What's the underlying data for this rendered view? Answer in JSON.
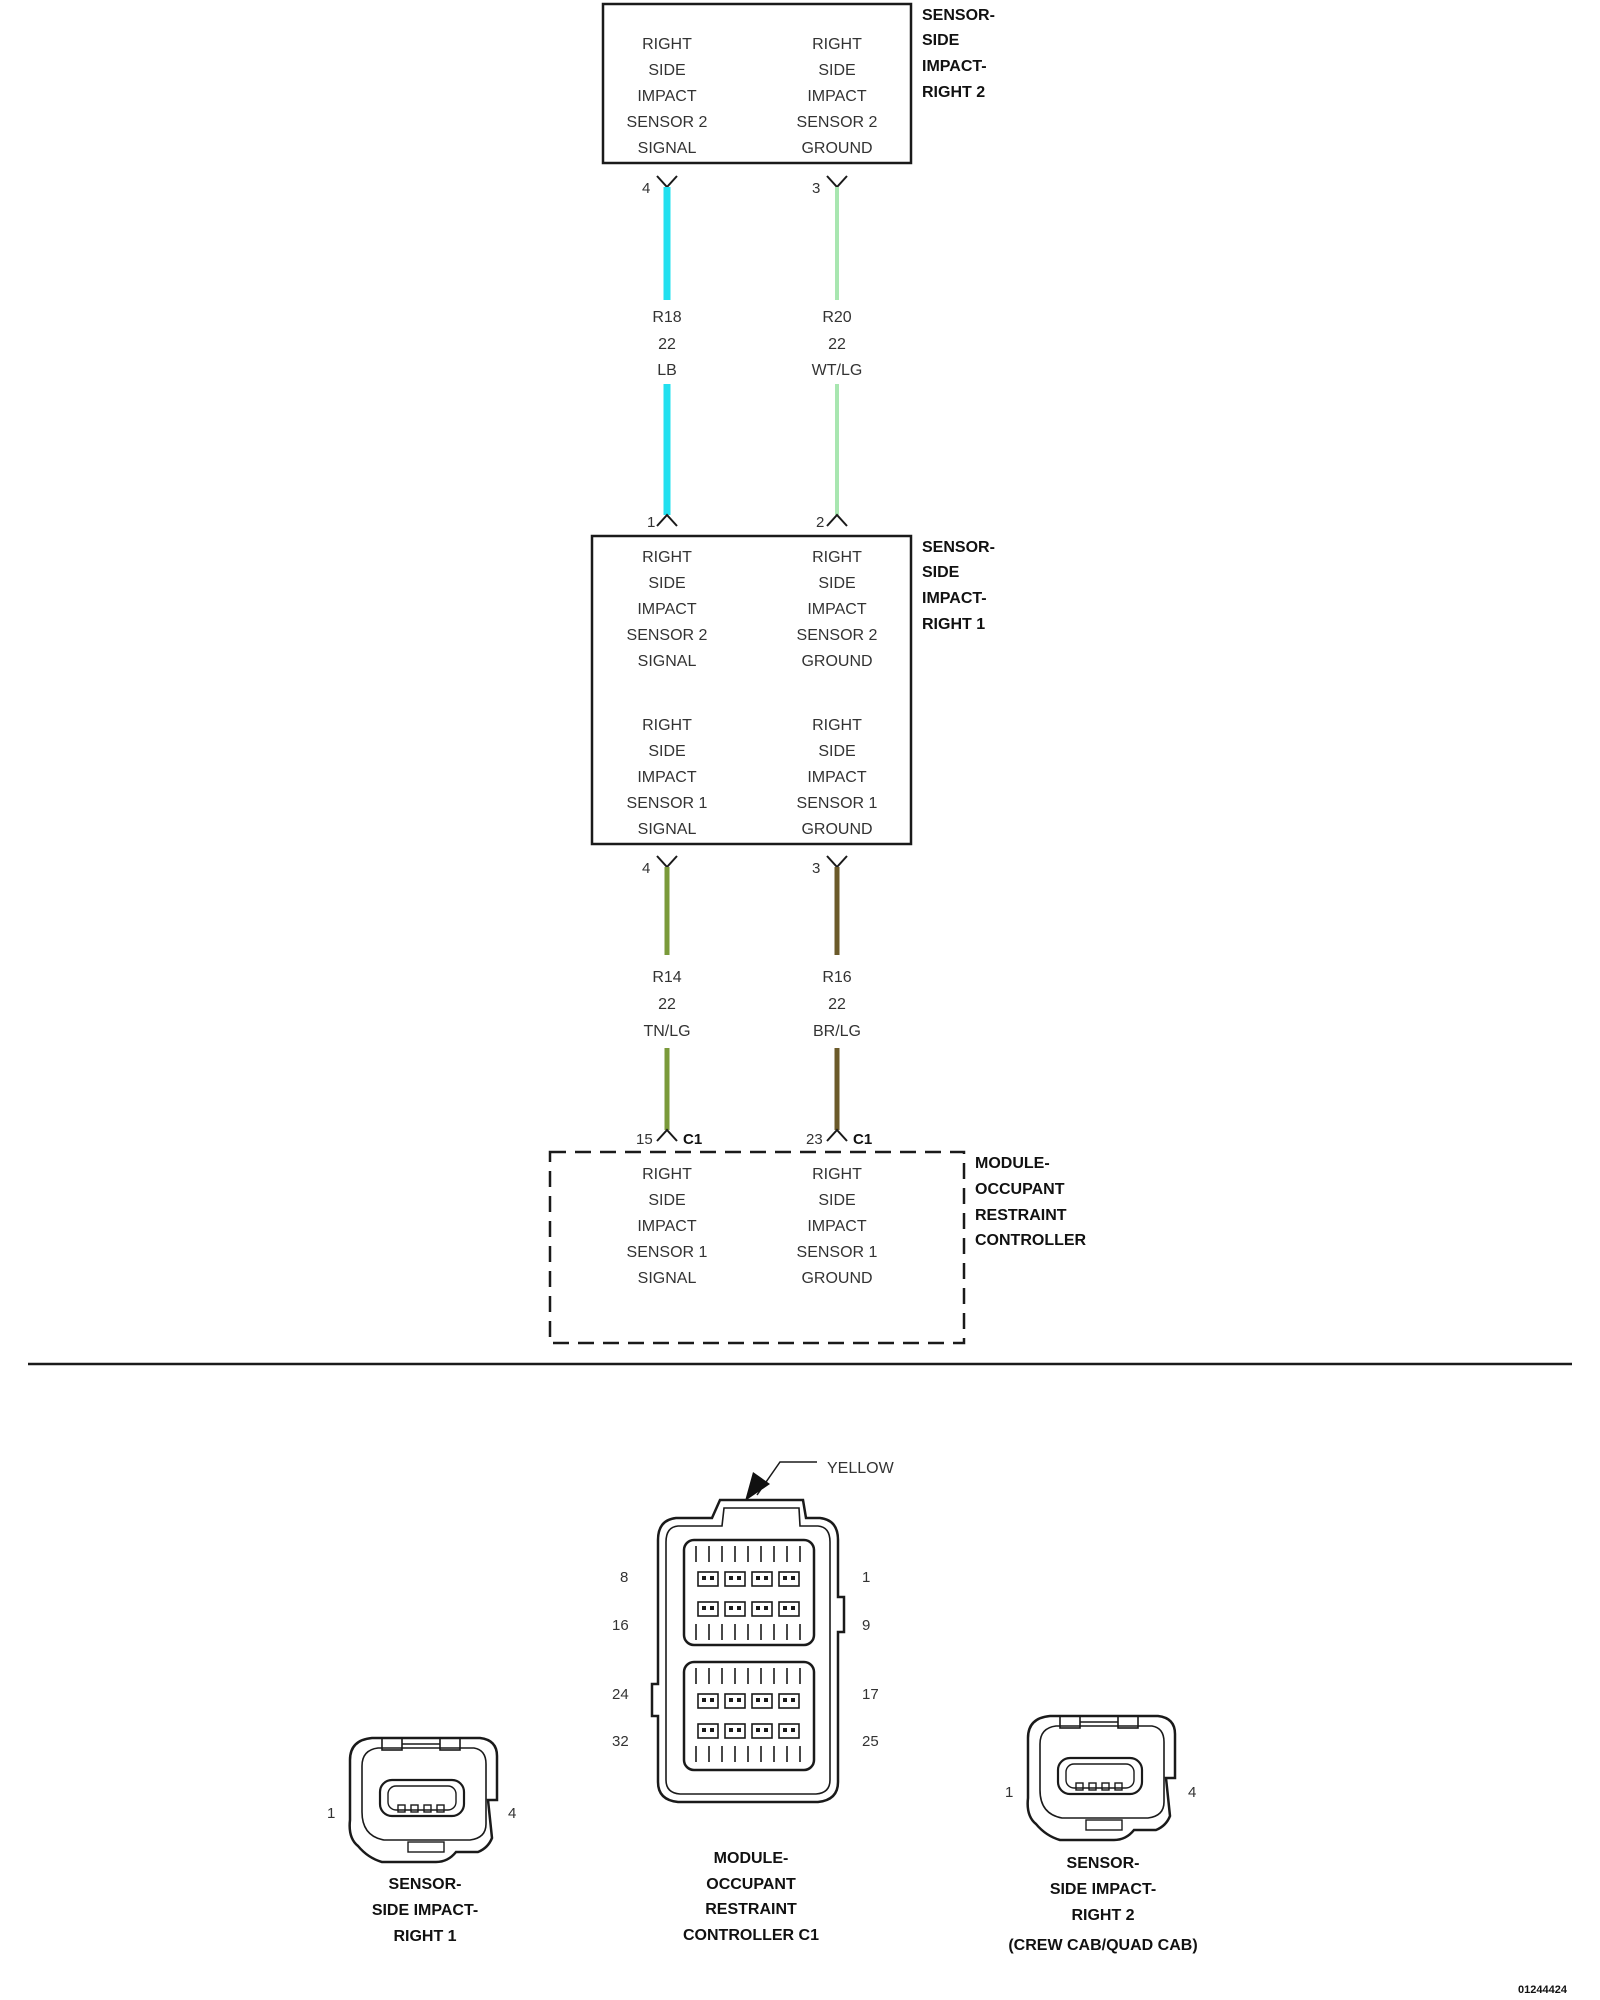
{
  "colors": {
    "wire_lb": "#22e0ef",
    "wire_wt_lg": "#a8e6b0",
    "wire_tn_lg": "#7a9a3a",
    "wire_br_lg": "#6b5a2a",
    "line": "#1a1a1a"
  },
  "sensor_right_2": {
    "title": [
      "SENSOR-",
      "SIDE",
      "IMPACT-",
      "RIGHT 2"
    ],
    "left_func": [
      "RIGHT",
      "SIDE",
      "IMPACT",
      "SENSOR 2",
      "SIGNAL"
    ],
    "right_func": [
      "RIGHT",
      "SIDE",
      "IMPACT",
      "SENSOR 2",
      "GROUND"
    ],
    "pin_left": "4",
    "pin_right": "3"
  },
  "wires_upper": [
    {
      "circuit": "R18",
      "gauge": "22",
      "color": "LB"
    },
    {
      "circuit": "R20",
      "gauge": "22",
      "color": "WT/LG"
    }
  ],
  "sensor_right_1": {
    "title": [
      "SENSOR-",
      "SIDE",
      "IMPACT-",
      "RIGHT 1"
    ],
    "pin_top_left": "1",
    "pin_top_right": "2",
    "upper_left_func": [
      "RIGHT",
      "SIDE",
      "IMPACT",
      "SENSOR 2",
      "SIGNAL"
    ],
    "upper_right_func": [
      "RIGHT",
      "SIDE",
      "IMPACT",
      "SENSOR 2",
      "GROUND"
    ],
    "lower_left_func": [
      "RIGHT",
      "SIDE",
      "IMPACT",
      "SENSOR 1",
      "SIGNAL"
    ],
    "lower_right_func": [
      "RIGHT",
      "SIDE",
      "IMPACT",
      "SENSOR 1",
      "GROUND"
    ],
    "pin_bottom_left": "4",
    "pin_bottom_right": "3"
  },
  "wires_lower": [
    {
      "circuit": "R14",
      "gauge": "22",
      "color": "TN/LG"
    },
    {
      "circuit": "R16",
      "gauge": "22",
      "color": "BR/LG"
    }
  ],
  "module": {
    "title": [
      "MODULE-",
      "OCCUPANT",
      "RESTRAINT",
      "CONTROLLER"
    ],
    "pin_left": "15",
    "pin_right": "23",
    "connector_tag": "C1",
    "left_func": [
      "RIGHT",
      "SIDE",
      "IMPACT",
      "SENSOR 1",
      "SIGNAL"
    ],
    "right_func": [
      "RIGHT",
      "SIDE",
      "IMPACT",
      "SENSOR 1",
      "GROUND"
    ]
  },
  "connector_views": {
    "c1_color_callout": "YELLOW",
    "c1_pins_left": [
      "8",
      "16",
      "24",
      "32"
    ],
    "c1_pins_right": [
      "1",
      "9",
      "17",
      "25"
    ],
    "c1_caption": [
      "MODULE-",
      "OCCUPANT",
      "RESTRAINT",
      "CONTROLLER C1"
    ],
    "sensor1_pins": [
      "1",
      "4"
    ],
    "sensor1_caption": [
      "SENSOR-",
      "SIDE IMPACT-",
      "RIGHT 1"
    ],
    "sensor2_pins": [
      "1",
      "4"
    ],
    "sensor2_caption": [
      "SENSOR-",
      "SIDE IMPACT-",
      "RIGHT 2",
      "(CREW CAB/QUAD CAB)"
    ]
  },
  "figure_code": "01244424"
}
